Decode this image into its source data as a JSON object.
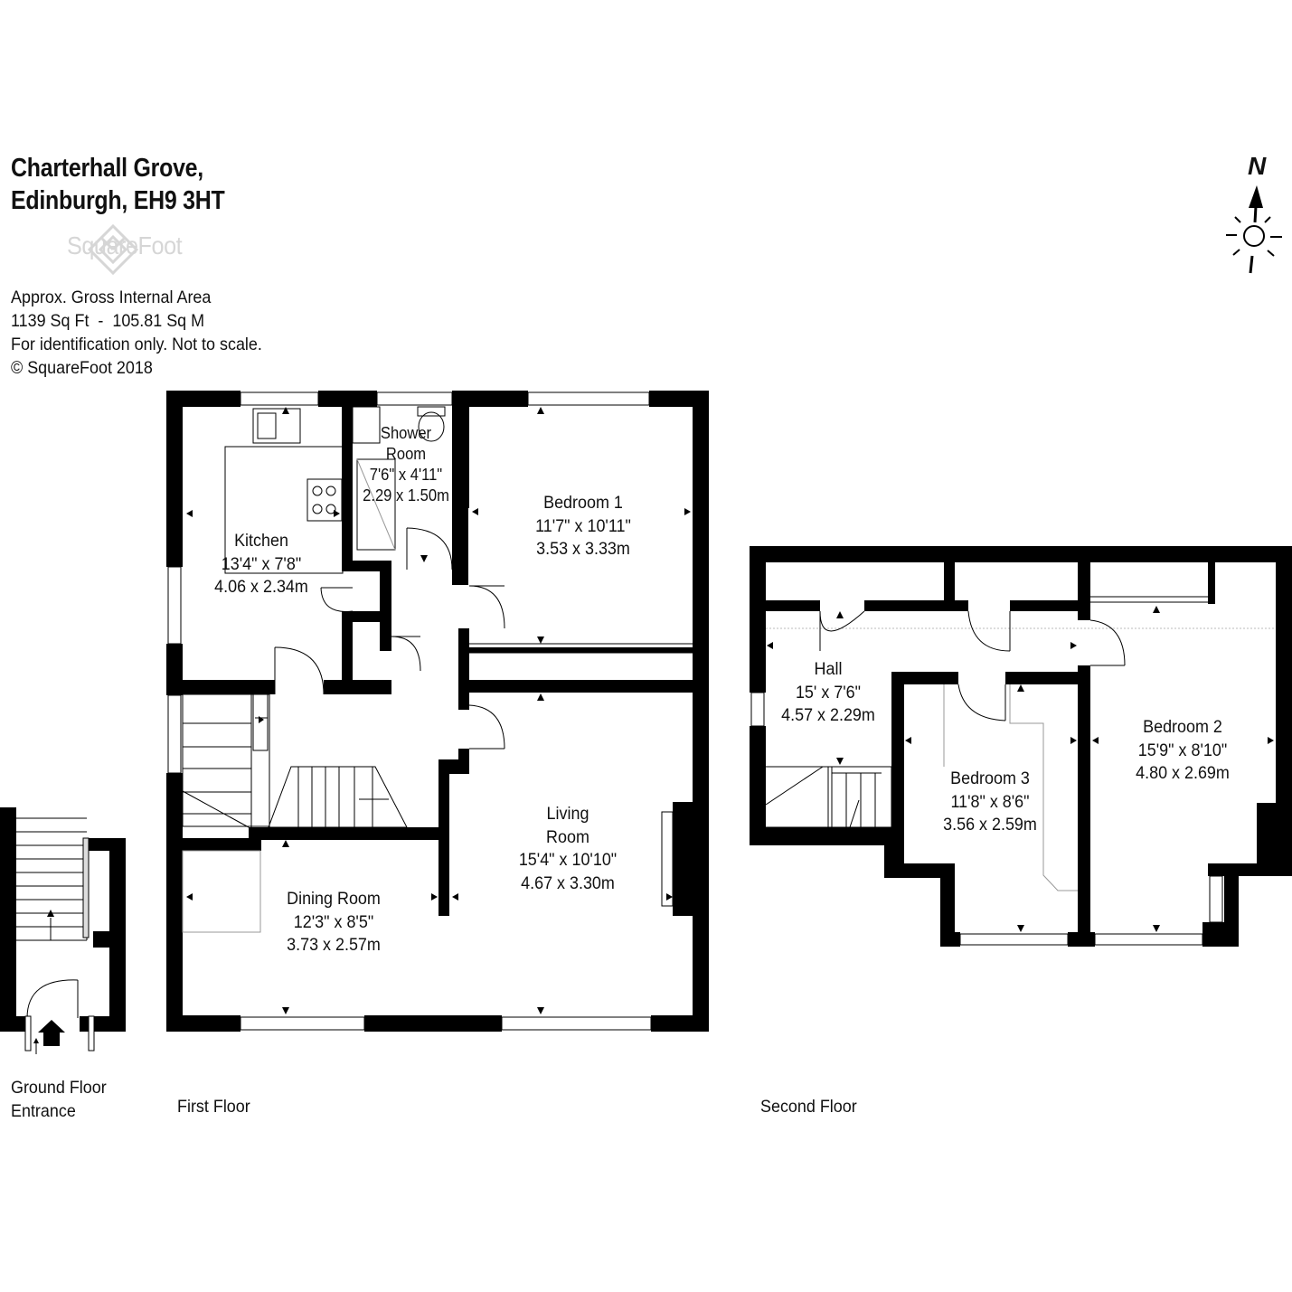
{
  "address": {
    "line1": "Charterhall Grove,",
    "line2": "Edinburgh, EH9 3HT"
  },
  "brand": {
    "name": "SquareFoot",
    "logo_icon": "diamond-logo-icon"
  },
  "info": {
    "line1": "Approx. Gross Internal Area",
    "line2": "1139 Sq Ft  -  105.81 Sq M",
    "line3": "For identification only. Not to scale.",
    "line4": "© SquareFoot 2018"
  },
  "compass": {
    "label": "N",
    "icon": "north-compass-icon"
  },
  "floors": {
    "ground": {
      "line1": "Ground Floor",
      "line2": "Entrance"
    },
    "first": "First Floor",
    "second": "Second Floor"
  },
  "rooms": {
    "kitchen": {
      "name": "Kitchen",
      "imperial": "13'4\" x 7'8\"",
      "metric": "4.06 x 2.34m"
    },
    "shower": {
      "name1": "Shower",
      "name2": "Room",
      "imperial": "7'6\" x 4'11\"",
      "metric": "2.29 x 1.50m"
    },
    "bedroom1": {
      "name": "Bedroom 1",
      "imperial": "11'7\" x 10'11\"",
      "metric": "3.53 x 3.33m"
    },
    "living": {
      "name1": "Living",
      "name2": "Room",
      "imperial": "15'4\" x 10'10\"",
      "metric": "4.67 x 3.30m"
    },
    "dining": {
      "name": "Dining Room",
      "imperial": "12'3\" x 8'5\"",
      "metric": "3.73 x 2.57m"
    },
    "hall": {
      "name": "Hall",
      "imperial": "15' x 7'6\"",
      "metric": "4.57 x 2.29m"
    },
    "bedroom3": {
      "name": "Bedroom 3",
      "imperial": "11'8\" x 8'6\"",
      "metric": "3.56 x 2.59m"
    },
    "bedroom2": {
      "name": "Bedroom 2",
      "imperial": "15'9\" x 8'10\"",
      "metric": "4.80 x 2.69m"
    }
  }
}
